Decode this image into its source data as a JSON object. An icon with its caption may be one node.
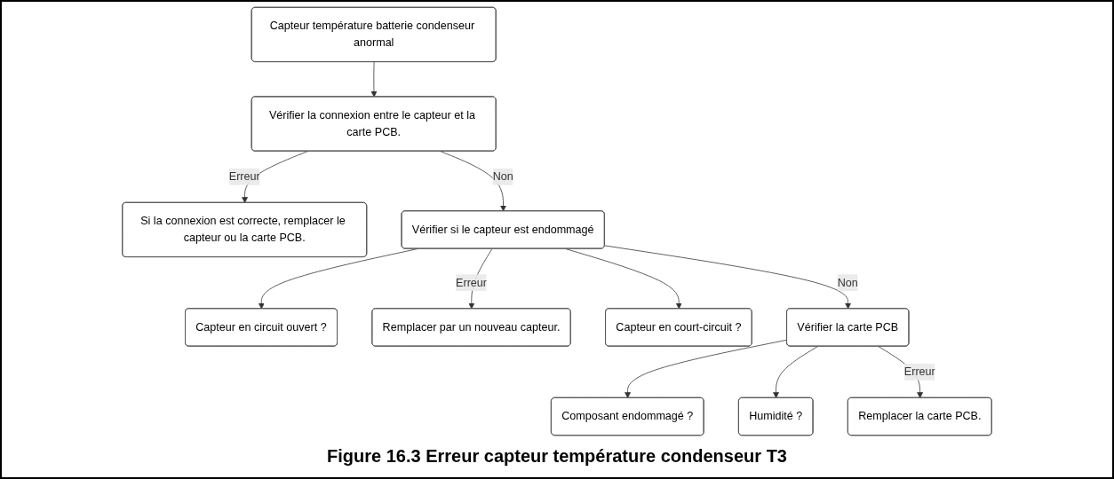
{
  "diagram": {
    "caption": "Figure 16.3 Erreur capteur température condenseur T3",
    "nodes": [
      {
        "text": [
          "Capteur température batterie condenseur anormal"
        ]
      },
      {
        "text": [
          "Vérifier la connexion entre le capteur et la carte PCB."
        ]
      },
      {
        "text": [
          "Si la connexion est correcte, remplacer le capteur ou la carte PCB."
        ]
      },
      {
        "text": [
          "Capteur en circuit ouvert ?"
        ]
      },
      {
        "text": [
          "Vérifier si le capteur est endommagé"
        ]
      },
      {
        "text": [
          "Remplacer par un nouveau capteur."
        ]
      },
      {
        "text": [
          "Capteur en court-circuit ?"
        ]
      },
      {
        "text": [
          "Composant endommagé ?"
        ]
      },
      {
        "text": [
          "Vérifier la carte PCB"
        ]
      },
      {
        "text": [
          "Remplacer la carte PCB."
        ]
      },
      {
        "text": [
          "Humidité ?"
        ]
      }
    ],
    "edges": [
      {
        "from": 0,
        "to": 1,
        "arrow": "to"
      },
      {
        "from": 1,
        "to": 2,
        "arrow": "to",
        "label": "Erreur"
      },
      {
        "from": 1,
        "to": 4,
        "arrow": "to",
        "label": "Non"
      },
      {
        "from": 4,
        "to": 3,
        "arrow": "to"
      },
      {
        "from": 4,
        "to": 6,
        "arrow": "to"
      },
      {
        "from": 4,
        "to": 5,
        "arrow": "to",
        "label": "Erreur"
      },
      {
        "from": 4,
        "to": 8,
        "arrow": "to",
        "label": "Non"
      },
      {
        "from": 8,
        "to": 7,
        "arrow": "to"
      },
      {
        "from": 8,
        "to": 10,
        "arrow": "to"
      },
      {
        "from": 8,
        "to": 9,
        "arrow": "to",
        "label": "Erreur"
      }
    ]
  }
}
